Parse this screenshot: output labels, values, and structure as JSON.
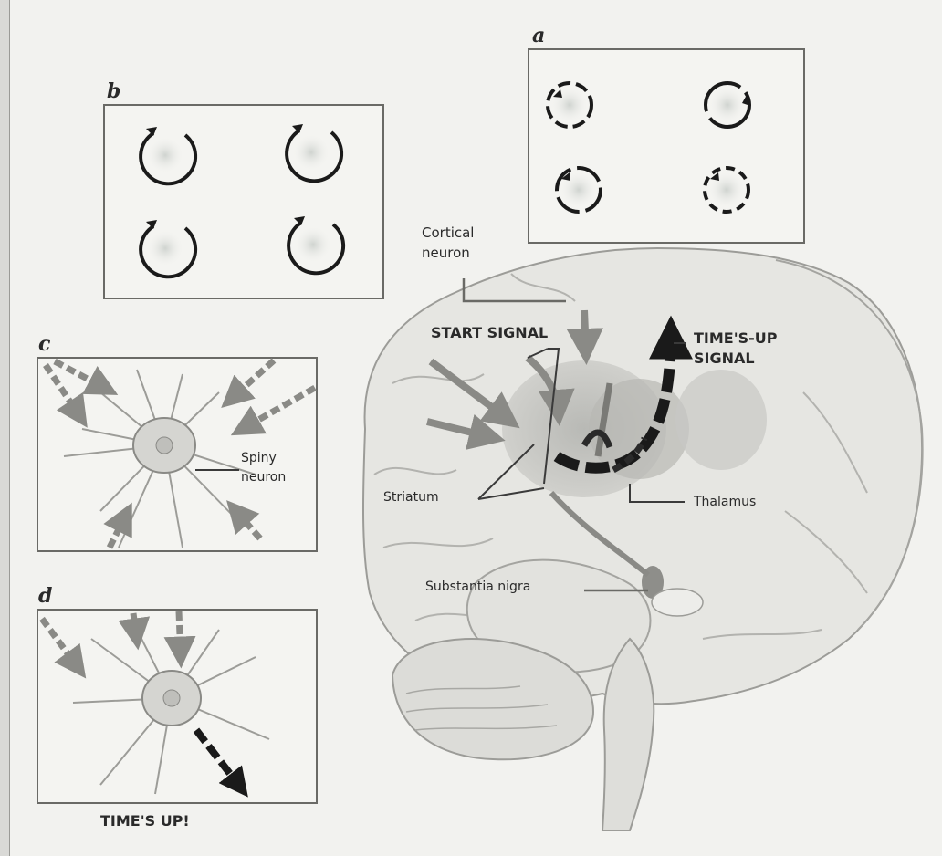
{
  "panels": {
    "a": {
      "letter": "a"
    },
    "b": {
      "letter": "b"
    },
    "c": {
      "letter": "c",
      "label": "Spiny\nneuron"
    },
    "d": {
      "letter": "d",
      "caption": "TIME'S UP!"
    }
  },
  "labels": {
    "cortical_neuron": "Cortical\nneuron",
    "start_signal": "START SIGNAL",
    "times_up_signal": "TIME'S-UP\nSIGNAL",
    "striatum": "Striatum",
    "thalamus": "Thalamus",
    "substantia_nigra": "Substantia nigra"
  },
  "colors": {
    "background": "#f2f2ef",
    "panel_border": "#6a6a66",
    "arrow_gray": "#8a8a86",
    "arrow_dark": "#1a1a1a",
    "brain_fill": "#e4e4e0",
    "brain_line": "#9c9c98"
  }
}
